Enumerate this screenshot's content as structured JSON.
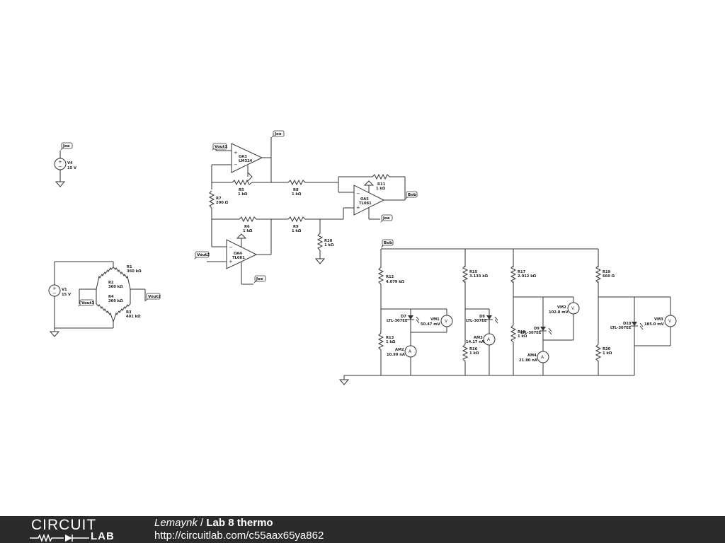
{
  "footer": {
    "logo_top": "CIRCUIT",
    "logo_bottom": "LAB",
    "author": "Lemaynk",
    "separator": " / ",
    "project_title": "Lab 8 thermo",
    "url": "http://circuitlab.com/c55aax65ya862"
  },
  "net_tags": {
    "joe_source": "Joe",
    "joe_oa3": "Joe",
    "vout1_oa3": "Vout1",
    "vout2_oa4": "Vout2",
    "joe_oa4": "Joe",
    "bob_oa5": "Bob",
    "joe_oa5": "Joe",
    "vout1_bridge": "Vout1",
    "vout2_bridge": "Vout2",
    "bob_bus": "Bob"
  },
  "components": {
    "V4": {
      "name": "V4",
      "value": "15 V"
    },
    "V1": {
      "name": "V1",
      "value": "15 V"
    },
    "R1": {
      "name": "R1",
      "value": "360 kΩ"
    },
    "R2": {
      "name": "R2",
      "value": "360 kΩ"
    },
    "R3": {
      "name": "R3",
      "value": "401 kΩ"
    },
    "R4": {
      "name": "R4",
      "value": "360 kΩ"
    },
    "OA3": {
      "name": "OA3",
      "value": "LM324"
    },
    "OA4": {
      "name": "OA4",
      "value": "TL081"
    },
    "OA5": {
      "name": "OA5",
      "value": "TL081"
    },
    "R5": {
      "name": "R5",
      "value": "1 kΩ"
    },
    "R6": {
      "name": "R6",
      "value": "1 kΩ"
    },
    "R7": {
      "name": "R7",
      "value": "200 Ω"
    },
    "R8": {
      "name": "R8",
      "value": "1 kΩ"
    },
    "R9": {
      "name": "R9",
      "value": "1 kΩ"
    },
    "R10": {
      "name": "R10",
      "value": "1 kΩ"
    },
    "R11": {
      "name": "R11",
      "value": "1 kΩ"
    },
    "R12": {
      "name": "R12",
      "value": "4.079 kΩ"
    },
    "R13": {
      "name": "R13",
      "value": "1 kΩ"
    },
    "R15": {
      "name": "R15",
      "value": "3.133 kΩ"
    },
    "R16": {
      "name": "R16",
      "value": "1 kΩ"
    },
    "R17": {
      "name": "R17",
      "value": "2.012 kΩ"
    },
    "R18": {
      "name": "R18",
      "value": "1 kΩ"
    },
    "R19": {
      "name": "R19",
      "value": "660 Ω"
    },
    "R20": {
      "name": "R20",
      "value": "1 kΩ"
    },
    "D7": {
      "name": "D7",
      "value": "LTL-307EE"
    },
    "D8": {
      "name": "D8",
      "value": "LTL-307EE"
    },
    "D9": {
      "name": "D9",
      "value": "LTL-307EE"
    },
    "D10": {
      "name": "D10",
      "value": "LTL-307EE"
    },
    "VM1": {
      "name": "VM1",
      "value": "50.47 mV",
      "symbol": "V"
    },
    "VM2": {
      "name": "VM2",
      "value": "102.8 mV",
      "symbol": "V"
    },
    "VM3": {
      "name": "VM3",
      "value": "185.0 mV",
      "symbol": "V"
    },
    "AM2": {
      "name": "AM2",
      "value": "10.99 nA",
      "symbol": "A"
    },
    "AM3": {
      "name": "AM3",
      "value": "14.17 nA",
      "symbol": "A"
    },
    "AM4": {
      "name": "AM4",
      "value": "21.80 nA",
      "symbol": "A"
    }
  }
}
